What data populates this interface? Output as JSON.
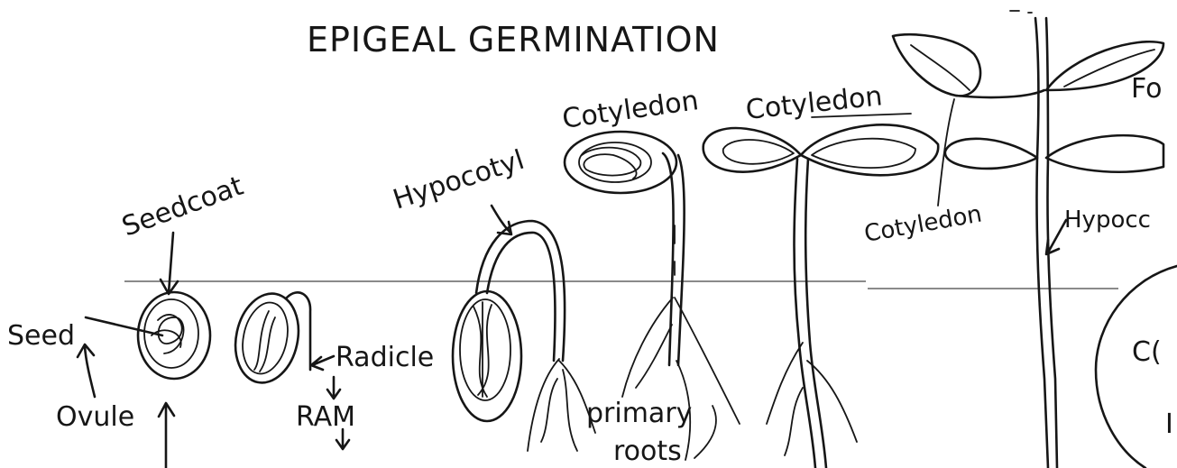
{
  "title": "EPIGEAL GERMINATION",
  "labels": {
    "seed_coat": "Seedcoat",
    "seed": "Seed",
    "ovule": "Ovule",
    "radicle": "Radicle",
    "ram": "RAM",
    "hypocotyl": "Hypocotyl",
    "cotyledon_stage3": "Cotyledon",
    "cotyledon_stage4": "Cotyledon",
    "cotyledon_stage5": "Cotyledon",
    "primary_roots_line1": "primary",
    "primary_roots_line2": "roots",
    "hypocotyl_cut": "Hypocc",
    "foliage_cut": "Fo",
    "circle_cut_1": "C(",
    "circle_cut_2": "I"
  }
}
